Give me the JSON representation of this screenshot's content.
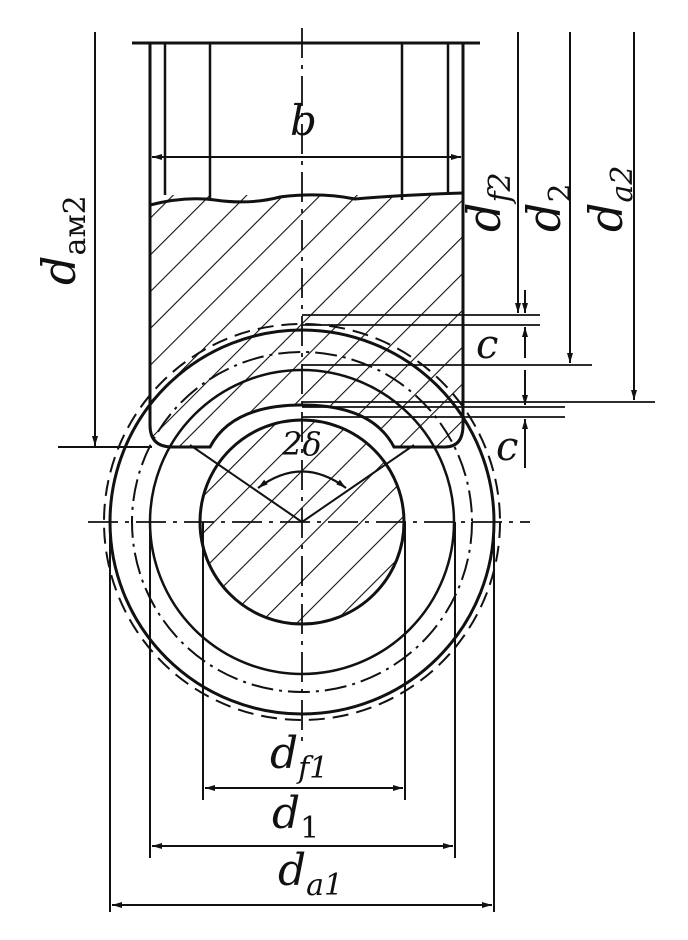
{
  "labels": {
    "b": "b",
    "d_am2": "d",
    "d_am2_sub": "ам2",
    "d_f2": "d",
    "d_f2_sub": "f2",
    "d_2": "d",
    "d_2_sub": "2",
    "d_a2": "d",
    "d_a2_sub": "a2",
    "c_top": "c",
    "c_bottom": "c",
    "two_delta": "2δ",
    "d_f1": "d",
    "d_f1_sub": "f1",
    "d_1": "d",
    "d_1_sub": "1",
    "d_a1": "d",
    "d_a1_sub": "a1"
  },
  "colors": {
    "ink": "#111111",
    "paper": "#ffffff"
  }
}
